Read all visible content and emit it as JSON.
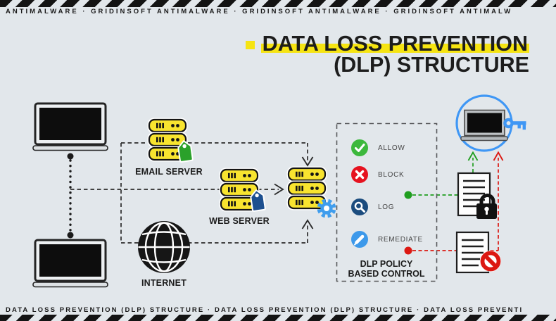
{
  "banners": {
    "top": "ANTIMALWARE · GRIDINSOFT ANTIMALWARE · GRIDINSOFT ANTIMALWARE · GRIDINSOFT ANTIMALW",
    "bottom": "DATA LOSS PREVENTION (DLP) STRUCTURE · DATA LOSS PREVENTION (DLP) STRUCTURE · DATA LOSS PREVENTI"
  },
  "title": {
    "line1": "DATA LOSS PREVENTION",
    "line2": "(DLP) STRUCTURE"
  },
  "nodes": {
    "email_server": "EMAIL SERVER",
    "web_server": "WEB SERVER",
    "internet": "INTERNET"
  },
  "policy_box": {
    "caption_line1": "DLP POLICY",
    "caption_line2": "BASED CONTROL",
    "items": [
      {
        "label": "ALLOW",
        "icon": "check-circle-icon",
        "color": "#3cb83c"
      },
      {
        "label": "BLOCK",
        "icon": "x-circle-icon",
        "color": "#e6121f"
      },
      {
        "label": "LOG",
        "icon": "magnifier-circle-icon",
        "color": "#1b4c7e"
      },
      {
        "label": "REMEDIATE",
        "icon": "pencil-circle-icon",
        "color": "#3d99ea"
      }
    ]
  },
  "icons": {
    "server-stack": "three yellow rack units with bars and dots",
    "tag-green": "green tag on email server",
    "tag-blue": "blue tag on web server",
    "gear-blue": "blue gear on dlp server",
    "globe": "black internet globe",
    "lock": "black padlock on allowed document",
    "prohibition": "red no-entry sign on blocked document",
    "key": "blue key beside protected laptop"
  },
  "colors": {
    "background": "#e2e7eb",
    "stripe_black": "#141414",
    "highlight_yellow": "#f6e412",
    "server_yellow": "#f8e42f",
    "tag_green": "#2aa12a",
    "tag_blue": "#1c4f8f",
    "gear_blue": "#3f9ded",
    "laptop_circle_blue": "#3f97f5",
    "line_green": "#1f9e1f",
    "line_red": "#dc1812",
    "allow_green": "#3cb83c",
    "block_red": "#e6121f",
    "log_navy": "#1b4c7e",
    "remediate_blue": "#3d99ea"
  }
}
